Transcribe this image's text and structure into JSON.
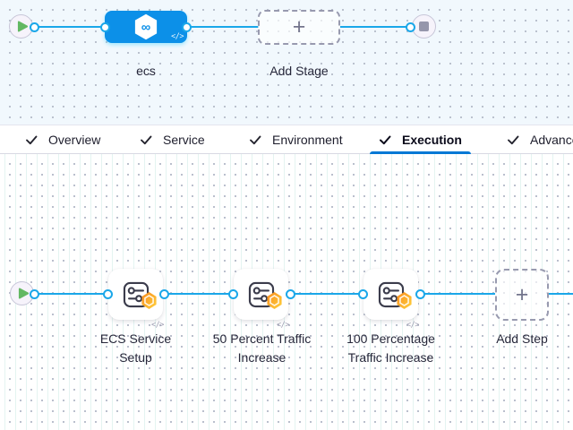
{
  "icons": {
    "plus": "+",
    "code": "</>"
  },
  "top_pipeline": {
    "stage_name": "ecs",
    "add_stage_label": "Add Stage"
  },
  "tabs": [
    {
      "label": "Overview",
      "checked": true,
      "active": false
    },
    {
      "label": "Service",
      "checked": true,
      "active": false
    },
    {
      "label": "Environment",
      "checked": true,
      "active": false
    },
    {
      "label": "Execution",
      "checked": true,
      "active": true
    },
    {
      "label": "Advanced",
      "checked": true,
      "active": false
    }
  ],
  "execution": {
    "steps": [
      {
        "name": "ECS Service Setup"
      },
      {
        "name": "50 Percent Traffic Increase"
      },
      {
        "name": "100 Percentage Traffic Increase"
      }
    ],
    "add_step_label": "Add Step"
  },
  "colors": {
    "accent_tab_underline": "#0278d5",
    "connector_blue": "#1aa7e9",
    "stage_node_blue": "#0c90e8",
    "badge_orange": "#ff9a2b",
    "play_green": "#63b863",
    "canvas_top_tint": "#f1f8fd"
  }
}
